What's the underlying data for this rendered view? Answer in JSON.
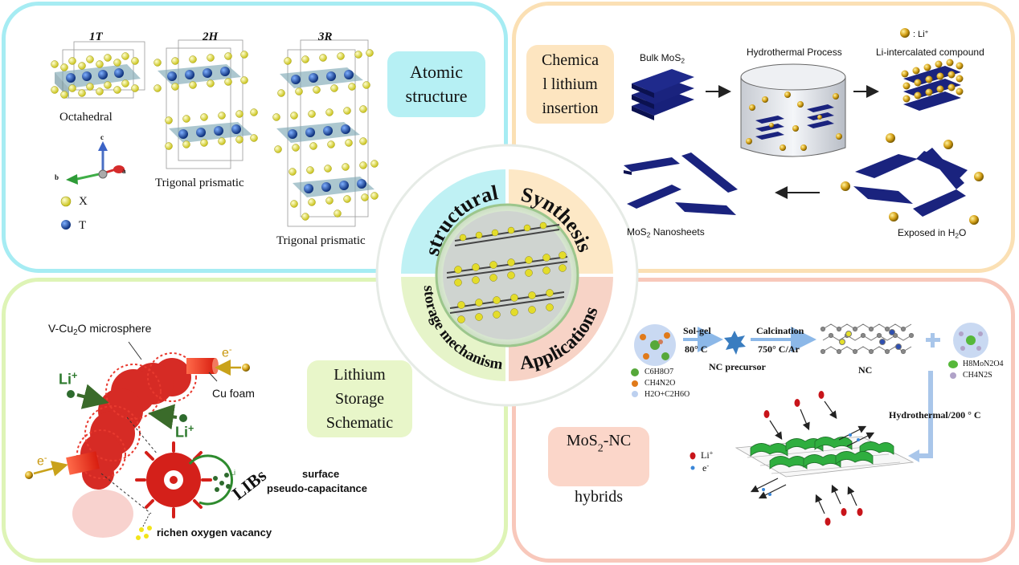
{
  "panels": {
    "atomic": {
      "label": "Atomic\nstructure",
      "phase_1t": "1T",
      "phase_2h": "2H",
      "phase_3r": "3R",
      "octahedral": "Octahedral",
      "trigonal_2h": "Trigonal prismatic",
      "trigonal_3r": "Trigonal prismatic",
      "axis_c": "c",
      "axis_a": "a",
      "axis_b": "b",
      "legend_x": "X",
      "legend_t": "T",
      "colors": {
        "atom_x": "#e8e35a",
        "atom_t": "#1f57a8",
        "slab": "#7fa9b5"
      }
    },
    "synthesis": {
      "label": "Chemica\nl lithium\ninsertion",
      "bulk": "Bulk MoS",
      "bulk_sub": "2",
      "hydro": "Hydrothermal  Process",
      "li_legend": ": Li",
      "li_sup": "+",
      "intercalated": "Li-intercalated compound",
      "nanosheets_pre": "MoS",
      "nanosheets_sub": "2",
      "nanosheets_post": "  Nanosheets",
      "exposed_pre": "Exposed in H",
      "exposed_sub": "2",
      "exposed_post": "O",
      "colors": {
        "sheet": "#1a237e",
        "ball": "#b8860b"
      }
    },
    "storage": {
      "label": "Lithium\nStorage\nSchematic",
      "microsphere_pre": "V-Cu",
      "microsphere_sub": "2",
      "microsphere_post": "O microsphere",
      "cu_foam": "Cu foam",
      "e_minus": "e",
      "e_sup": "-",
      "li_plus": "Li",
      "li_sup": "+",
      "surface": "surface",
      "pseudo": "pseudo-capacitance",
      "libs": "LIBs",
      "li_small": "Li",
      "vacancy": "richen oxygen vacancy",
      "colors": {
        "particle": "#e0201a",
        "li": "#2e6b2e"
      }
    },
    "applications": {
      "label": "MoS2-NC\nhybrids",
      "label_pre": "MoS",
      "label_sub": "2",
      "label_post": "-NC",
      "label_line2": "hybrids",
      "solgel": "Sol-gel",
      "solgel_temp": "80° C",
      "calcination": "Calcination",
      "calc_temp": "750° C/Ar",
      "nc_precursor": "NC precursor",
      "nc": "NC",
      "reagent1": "C6H8O7",
      "reagent2": "CH4N2O",
      "reagent3": "H2O+C2H6O",
      "reagent4": "H8MoN2O4",
      "reagent5": "CH4N2S",
      "hydrothermal": "Hydrothermal/200 ° C",
      "legend_li": "Li",
      "legend_li_sup": "+",
      "legend_e": "e",
      "legend_e_sup": "-",
      "colors": {
        "green": "#2fae3f",
        "red": "#cc1111"
      }
    }
  },
  "center": {
    "structural": "structural",
    "synthesis": "Synthesis",
    "storage": "storage mechanism",
    "applications": "Applications",
    "colors": {
      "q1": "#bff1f4",
      "q2": "#fde8c6",
      "q3": "#e6f4c9",
      "q4": "#f7d3c6"
    }
  }
}
